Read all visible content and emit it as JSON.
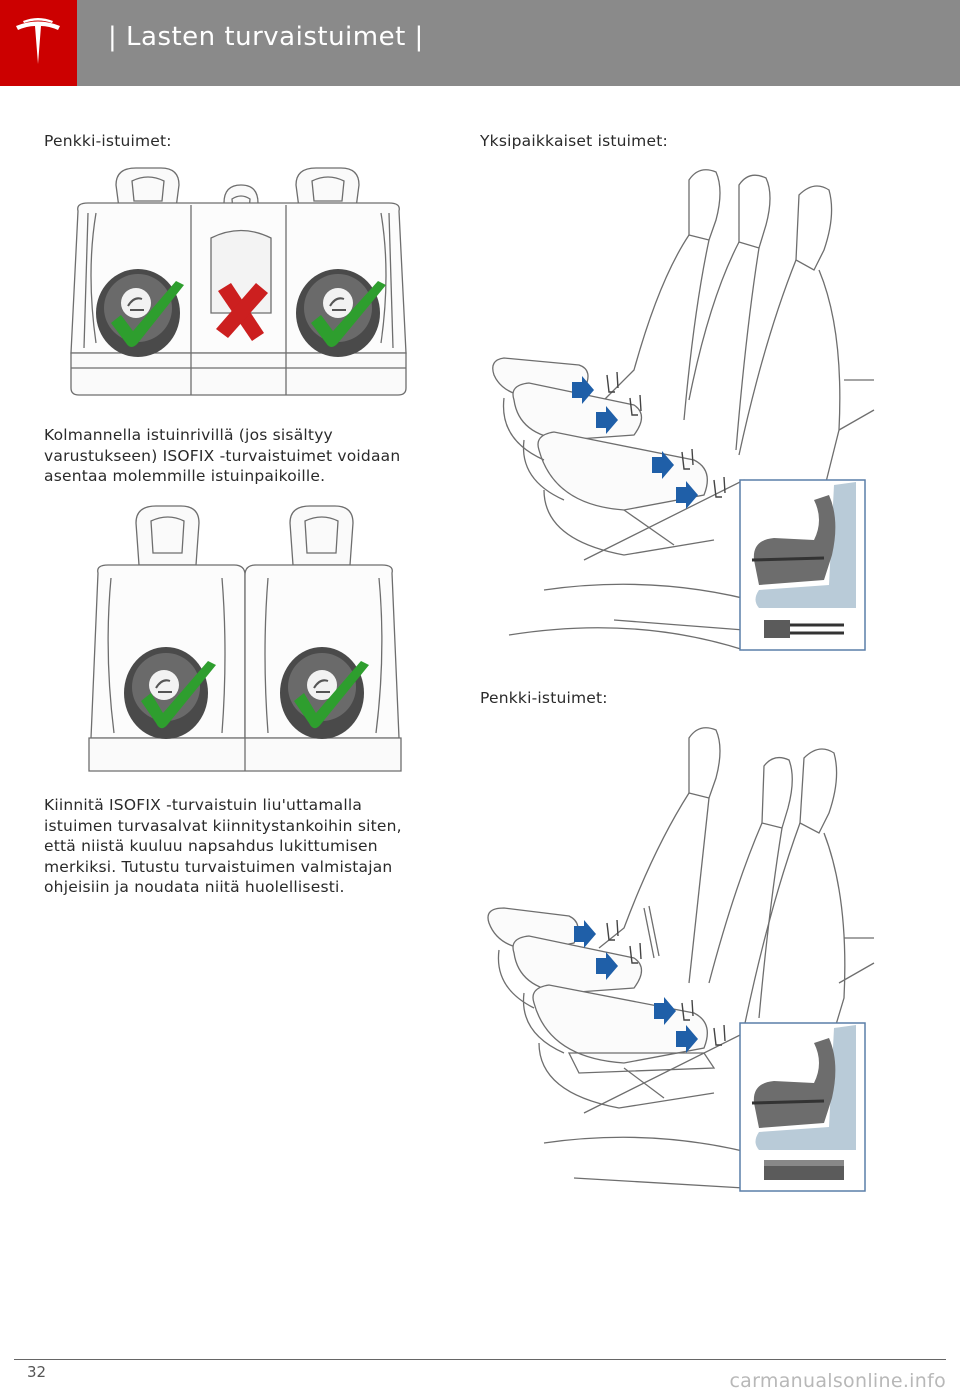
{
  "header": {
    "title": "| Lasten turvaistuimet |",
    "logo_icon": "tesla-logo-icon",
    "brand_color": "#cc0000",
    "bar_color": "#8a8a8a"
  },
  "content": {
    "label_bench_left": "Penkki-istuimet:",
    "label_individual": "Yksipaikkaiset istuimet:",
    "third_row_text": "Kolmannella istuinrivillä (jos sisältyy varustukseen) ISOFIX -turvaistuimet voidaan asentaa molemmille istuinpaikoille.",
    "attach_text": "Kiinnitä ISOFIX -turvaistuin liu'uttamalla istuimen turvasalvat kiinnitystankoihin siten, että niistä kuuluu napsahdus lukittumisen merkiksi. Tutustu turvaistuimen valmistajan ohjeisiin ja noudata niitä huolellisesti.",
    "label_bench_right": "Penkki-istuimet:"
  },
  "figures": {
    "second_row": {
      "allowed_icon": "green-check-icon",
      "not_allowed_icon": "red-x-icon",
      "check_color": "#2e9e2e",
      "x_color": "#cc1f1f"
    },
    "third_row": {
      "allowed_icon": "green-check-icon"
    },
    "arrow_color": "#1f5fa8",
    "inset_color": "#b9cbd8"
  },
  "footer": {
    "page_number": "32",
    "watermark": "carmanualsonline.info"
  }
}
